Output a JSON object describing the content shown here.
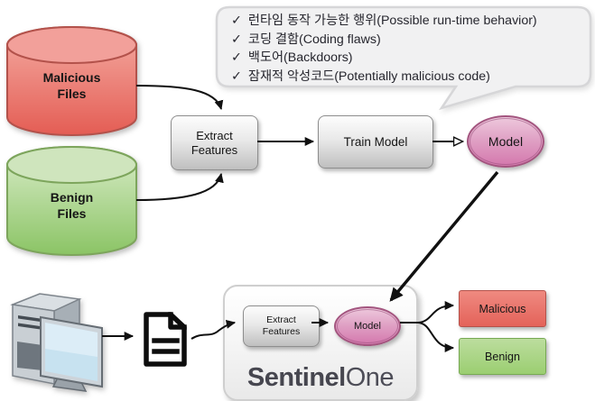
{
  "callout": {
    "check": "✓",
    "items": [
      "런타임 동작 가능한 행위(Possible run-time behavior)",
      "코딩 결함(Coding flaws)",
      "백도어(Backdoors)",
      "잠재적 악성코드(Potentially malicious code)"
    ]
  },
  "training_pipeline": {
    "malicious_source": "Malicious Files",
    "benign_source": "Benign Files",
    "extract_features": "Extract Features",
    "train_model": "Train Model",
    "model": "Model"
  },
  "inference_pipeline": {
    "extract_features": "Extract Features",
    "model": "Model",
    "brand_bold": "Sentinel",
    "brand_light": "One",
    "output_malicious": "Malicious",
    "output_benign": "Benign"
  },
  "colors": {
    "malicious_red": "#e8695e",
    "benign_green": "#9ccb72",
    "model_pink": "#d97fb0",
    "gray_box": "#d9d9d9",
    "callout_bg": "#f1f1f2"
  }
}
